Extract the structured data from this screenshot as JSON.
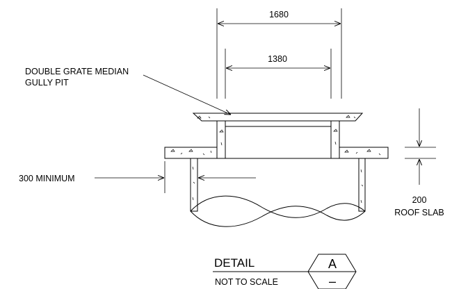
{
  "dimensions": {
    "outer_width": "1680",
    "inner_width": "1380",
    "clearance": "300 MINIMUM",
    "slab_thickness": "200",
    "slab_label": "ROOF SLAB"
  },
  "callouts": {
    "pit_line1": "DOUBLE GRATE MEDIAN",
    "pit_line2": "GULLY PIT"
  },
  "title_block": {
    "title": "DETAIL",
    "subtitle": "NOT TO SCALE",
    "detail_ref": "A",
    "sheet_ref": "–"
  }
}
